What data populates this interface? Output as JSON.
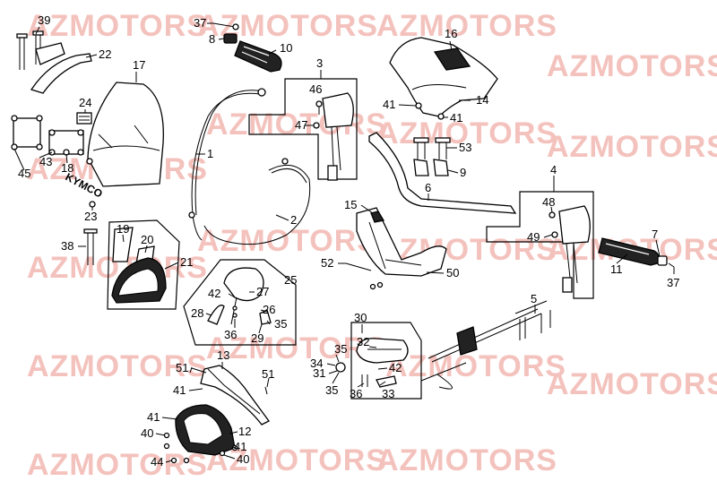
{
  "watermark": "AZMOTORS",
  "logo_text": "KYMCO",
  "labels": {
    "l39": "39",
    "l22": "22",
    "l17": "17",
    "l24": "24",
    "l43": "43",
    "l45": "45",
    "l18": "18",
    "l23": "23",
    "l37a": "37",
    "l8": "8",
    "l10": "10",
    "l3": "3",
    "l46": "46",
    "l47": "47",
    "l1": "1",
    "l2": "2",
    "l16": "16",
    "l41a": "41",
    "l14": "14",
    "l41b": "41",
    "l53": "53",
    "l9": "9",
    "l6": "6",
    "l4": "4",
    "l48": "48",
    "l49": "49",
    "l7": "7",
    "l11": "11",
    "l37b": "37",
    "l15": "15",
    "l52": "52",
    "l50": "50",
    "l38": "38",
    "l19": "19",
    "l20": "20",
    "l21": "21",
    "l25": "25",
    "l42a": "42",
    "l27": "27",
    "l28": "28",
    "l26": "26",
    "l35a": "35",
    "l36a": "36",
    "l29": "29",
    "l5": "5",
    "l30": "30",
    "l32": "32",
    "l35b": "35",
    "l34": "34",
    "l31": "31",
    "l35c": "35",
    "l36b": "36",
    "l42b": "42",
    "l33": "33",
    "l51a": "51",
    "l13": "13",
    "l51b": "51",
    "l41c": "41",
    "l41d": "41",
    "l40a": "40",
    "l12": "12",
    "l41e": "41",
    "l44": "44",
    "l40b": "40"
  }
}
